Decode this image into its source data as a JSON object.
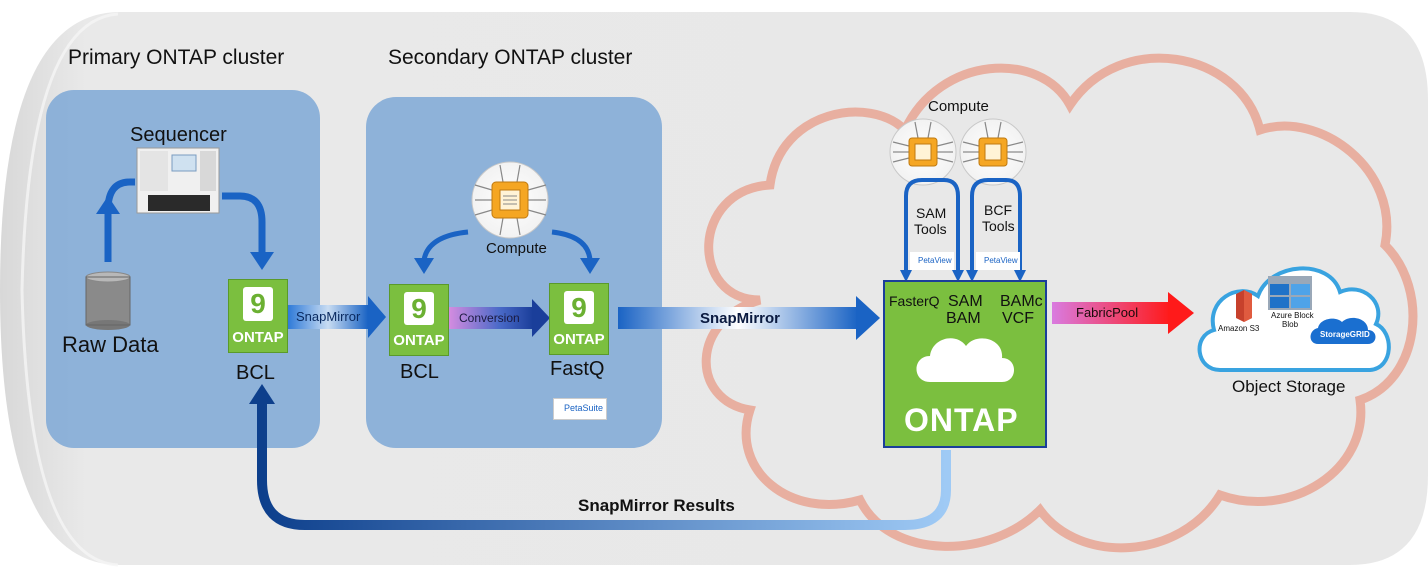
{
  "primary": {
    "title": "Primary ONTAP cluster",
    "sequencer": "Sequencer",
    "raw_data": "Raw Data",
    "bcl": "BCL",
    "badge_num": "9",
    "badge_word": "ONTAP"
  },
  "secondary": {
    "title": "Secondary ONTAP cluster",
    "compute": "Compute",
    "bcl": "BCL",
    "fastq": "FastQ",
    "conversion": "Conversion",
    "badge_num": "9",
    "badge_word": "ONTAP",
    "petasuite": "PetaSuite"
  },
  "links": {
    "snapmirror_1": "SnapMirror",
    "snapmirror_2": "SnapMirror",
    "fabricpool": "FabricPool",
    "results": "SnapMirror Results"
  },
  "cloud": {
    "compute": "Compute",
    "sam_tools": [
      "SAM",
      "Tools"
    ],
    "bcf_tools": [
      "BCF",
      "Tools"
    ],
    "petaview_1": "PetaView",
    "petaview_2": "PetaView",
    "fasterq": "FasterQ",
    "sam_bam": [
      "SAM",
      "BAM"
    ],
    "bamc_vcf": [
      "BAMc",
      "VCF"
    ],
    "ontap": "ONTAP"
  },
  "object_storage": {
    "title": "Object Storage",
    "s3": "Amazon S3",
    "azure": [
      "Azure Block",
      "Blob"
    ],
    "storagegrid": "StorageGRID"
  },
  "colors": {
    "cluster_blue": "#7ea8d6",
    "ontap_green": "#7bbf3f",
    "cloud_outline": "#e8a898",
    "arrow_blue": "#1a63c4",
    "fabricpool_red": "#e8202a",
    "conversion_purple": "#c070d0"
  }
}
